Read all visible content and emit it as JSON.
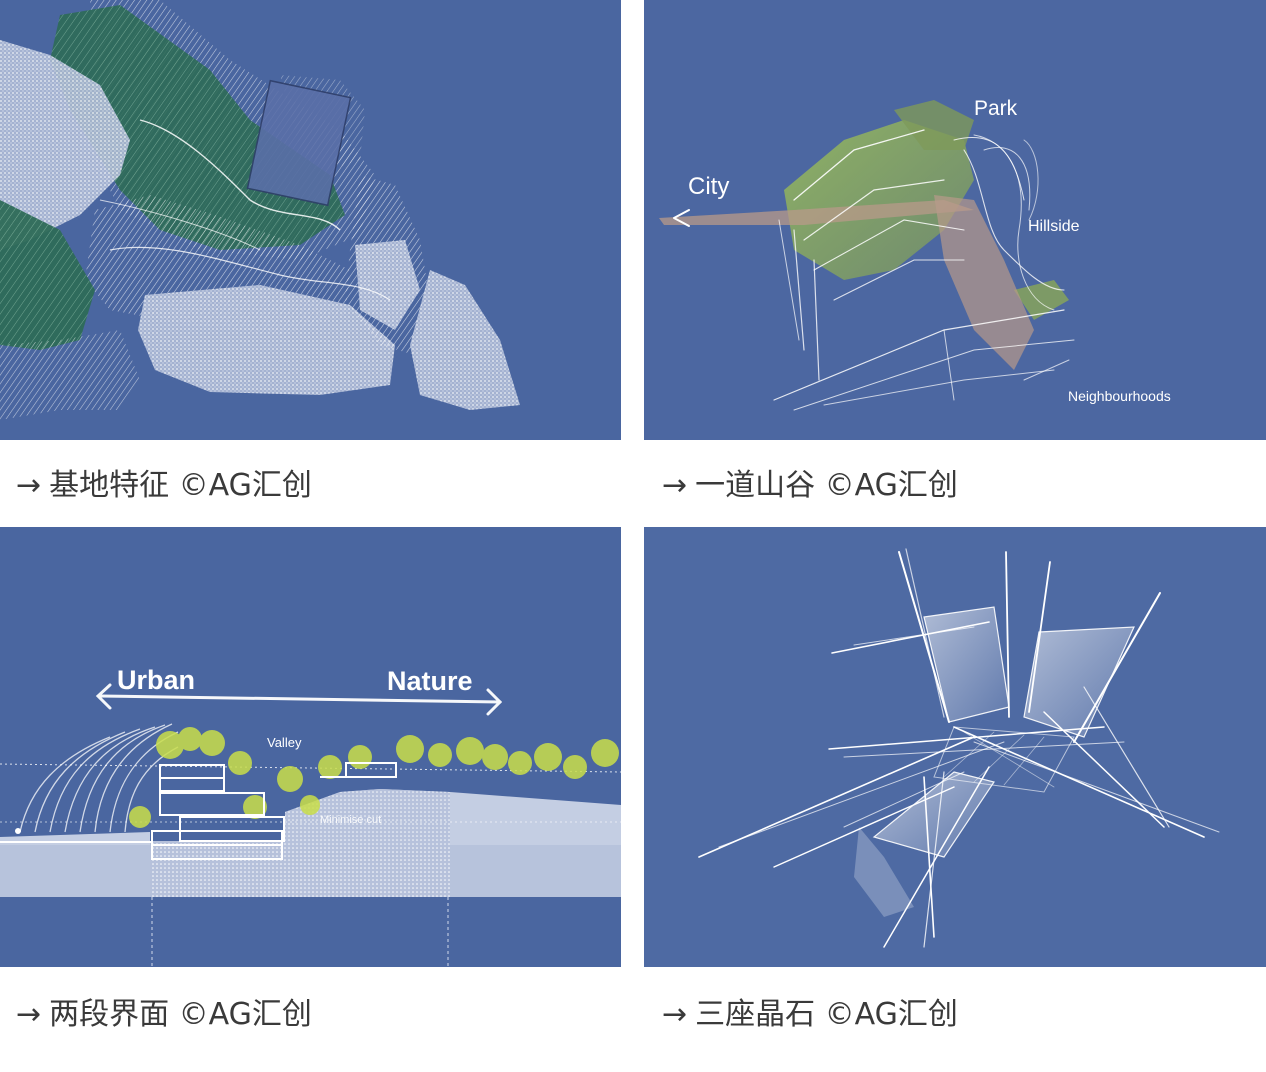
{
  "panels": [
    {
      "caption": {
        "arrow": "→",
        "text": "基地特征 ©AG汇创"
      }
    },
    {
      "caption": {
        "arrow": "→",
        "text": "一道山谷 ©AG汇创"
      },
      "labels": {
        "park": "Park",
        "city": "City",
        "hillside": "Hillside",
        "neighbourhoods": "Neighbourhoods"
      }
    },
    {
      "caption": {
        "arrow": "→",
        "text": "两段界面 ©AG汇创"
      },
      "labels": {
        "urban": "Urban",
        "nature": "Nature",
        "valley": "Valley",
        "minimise_cut": "Minimise cut"
      }
    },
    {
      "caption": {
        "arrow": "→",
        "text": "三座晶石 ©AG汇创"
      }
    }
  ],
  "colors": {
    "panel_blue": "#4a66a0",
    "green": "#2f6e5a",
    "lime": "#c9de4a",
    "caption_text": "#3a3a3a"
  }
}
